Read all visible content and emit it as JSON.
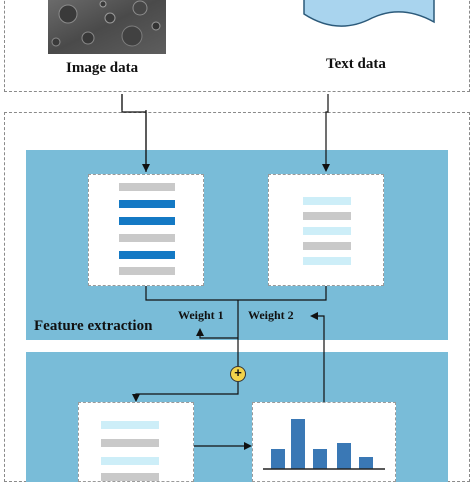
{
  "inputs": {
    "image_label": "Image data",
    "text_label": "Text data"
  },
  "feature_extraction": {
    "title": "Feature extraction",
    "weight1": "Weight 1",
    "weight2": "Weight 2"
  },
  "fusion": {
    "operator": "+"
  },
  "colors": {
    "panel": "#79bcd8",
    "bar_dark_blue": "#1479c4",
    "bar_light_blue": "#cdeef8",
    "bar_gray": "#c9c9c9",
    "histogram_bar": "#3a78b5",
    "fusion_circle": "#f2d24a"
  },
  "icons": {
    "image_thumbnail": "moon-surface-photo-icon",
    "text_document": "document-wave-icon",
    "fusion": "plus-circle-icon",
    "output": "histogram-icon"
  }
}
